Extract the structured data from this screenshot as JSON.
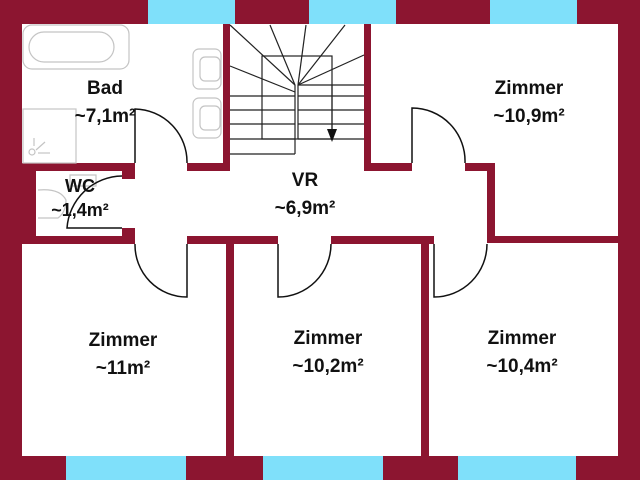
{
  "plan": {
    "colors": {
      "wall": "#8c1530",
      "window": "#7fe0fa",
      "floor": "#ffffff",
      "fixture_line": "#c4c4c4",
      "door_line": "#111111",
      "text": "#111111"
    },
    "rooms": [
      {
        "id": "bad",
        "name": "Bad",
        "area": "~7,1m²"
      },
      {
        "id": "wc",
        "name": "WC",
        "area": "~1,4m²"
      },
      {
        "id": "vr",
        "name": "VR",
        "area": "~6,9m²"
      },
      {
        "id": "zimmer-ne",
        "name": "Zimmer",
        "area": "~10,9m²"
      },
      {
        "id": "zimmer-sw",
        "name": "Zimmer",
        "area": "~11m²"
      },
      {
        "id": "zimmer-s",
        "name": "Zimmer",
        "area": "~10,2m²"
      },
      {
        "id": "zimmer-se",
        "name": "Zimmer",
        "area": "~10,4m²"
      }
    ]
  }
}
